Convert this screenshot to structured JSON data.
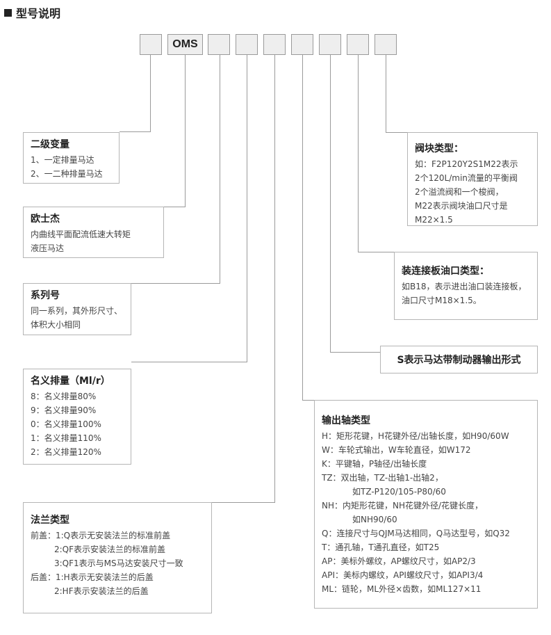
{
  "header": {
    "title": "型号说明"
  },
  "code": {
    "model": "OMS"
  },
  "groups": [
    {
      "heading": "二级变量",
      "lines": [
        "1、一定排量马达",
        "2、一二种排量马达"
      ]
    },
    {
      "heading": "欧士杰",
      "lines": [
        "内曲线平面配流低速大转矩",
        "液压马达"
      ]
    },
    {
      "heading": "系列号",
      "lines": [
        "同一系列，其外形尺寸、",
        "体积大小相同"
      ]
    },
    {
      "heading": "名义排量（Ml/r）",
      "lines": [
        "8：名义排量80%",
        "9：名义排量90%",
        "0：名义排量100%",
        "1：名义排量110%",
        "2：名义排量120%"
      ]
    },
    {
      "heading": "法兰类型",
      "lines": [
        "前盖：1:Q表示无安装法兰的标准前盖",
        "2:QF表示安装法兰的标准前盖",
        "3:QF1表示与MS马达安装尺寸一致",
        "后盖：1:H表示无安装法兰的后盖",
        "2:HF表示安装法兰的后盖"
      ]
    },
    {
      "heading": "阀块类型：",
      "lines": [
        "如：F2P120Y2S1M22表示",
        "2个120L/min流量的平衡阀",
        "2个溢流阀和一个梭阀，",
        "M22表示阀块油口尺寸是",
        "M22×1.5"
      ]
    },
    {
      "heading": "装连接板油口类型：",
      "lines": [
        "如B18，表示进出油口装连接板，",
        "油口尺寸M18×1.5。"
      ]
    },
    {
      "heading": "S表示马达带制动器输出形式",
      "lines": []
    },
    {
      "heading": "输出轴类型",
      "lines": [
        "H：矩形花键，H花键外径/出轴长度，如H90/60W",
        "W：车轮式输出，W车轮直径，如W172",
        "K：平键轴，P轴径/出轴长度",
        "TZ：双出轴，TZ-出轴1-出轴2，",
        "如TZ-P120/105-P80/60",
        "NH：内矩形花键，NH花键外径/花键长度，",
        "如NH90/60",
        "Q：连接尺寸与QJM马达相同，Q马达型号，如Q32",
        "T：通孔轴，T通孔直径，如T25",
        "AP：美标外螺纹，AP螺纹尺寸，如AP2/3",
        "API：美标内螺纹，API螺纹尺寸，如API3/4",
        "ML：链轮，ML外径×齿数，如ML127×11"
      ]
    }
  ]
}
